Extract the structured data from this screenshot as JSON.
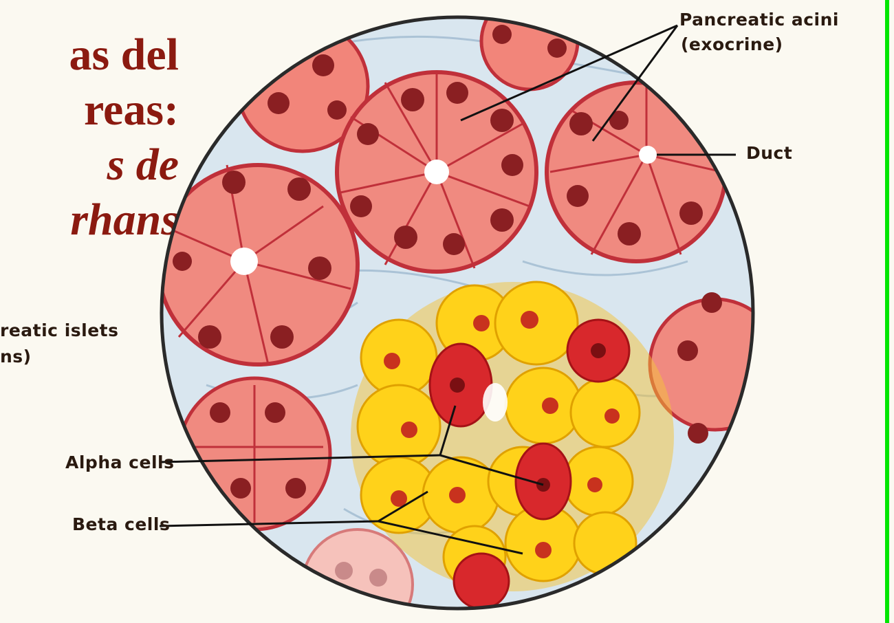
{
  "title": {
    "line1": "as del",
    "line2": "reas:",
    "line3": "s de",
    "line4": "rhans"
  },
  "labels": {
    "acini_line1": "Pancreatic acini",
    "acini_line2": "(exocrine)",
    "duct": "Duct",
    "islets_line1": "reatic islets",
    "islets_line2": "ns)",
    "alpha": "Alpha cells",
    "beta": "Beta cells"
  },
  "colors": {
    "title": "#8b1a10",
    "acinar_cell": "#f2857a",
    "nucleus": "#8a1f22",
    "beta_cell": "#ffd21a",
    "alpha_cell": "#d8282c",
    "connective_tissue": "#b8cfe0",
    "border_accent": "#00e600"
  }
}
